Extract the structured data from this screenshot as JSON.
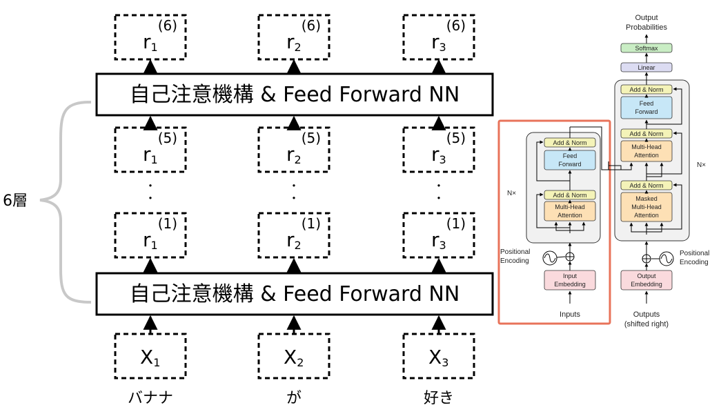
{
  "left": {
    "layer_label": "6層",
    "block_label": "自己注意機構 & Feed Forward NN",
    "ellipsis": "・",
    "columns": [
      {
        "in_base": "X",
        "in_sub": "1",
        "r_base": "r",
        "r_sub": "1",
        "word": "バナナ"
      },
      {
        "in_base": "X",
        "in_sub": "2",
        "r_base": "r",
        "r_sub": "2",
        "word": "が"
      },
      {
        "in_base": "X",
        "in_sub": "3",
        "r_base": "r",
        "r_sub": "3",
        "word": "好き"
      }
    ],
    "sup_top": "(6)",
    "sup_mid": "(5)",
    "sup_low": "(1)"
  },
  "transformer": {
    "output_title_1": "Output",
    "output_title_2": "Probabilities",
    "softmax": "Softmax",
    "linear": "Linear",
    "add_norm": "Add & Norm",
    "feed_1": "Feed",
    "feed_2": "Forward",
    "mha_1": "Multi-Head",
    "mha_2": "Attention",
    "masked_1": "Masked",
    "masked_2": "Multi-Head",
    "masked_3": "Attention",
    "nx": "N×",
    "pos_1": "Positional",
    "pos_2": "Encoding",
    "input_emb_1": "Input",
    "input_emb_2": "Embedding",
    "output_emb_1": "Output",
    "output_emb_2": "Embedding",
    "inputs": "Inputs",
    "outputs_1": "Outputs",
    "outputs_2": "(shifted right)"
  },
  "colors": {
    "highlight": "#e8735a",
    "feed": "#c7e7f7",
    "attention": "#fde0b5",
    "embedding": "#fadadd",
    "addnorm": "#f4f3b8",
    "softmax": "#c9edc4",
    "linear": "#dcdcf2",
    "layer_bg": "#f1f1f1",
    "brace": "#c8c8c8"
  }
}
